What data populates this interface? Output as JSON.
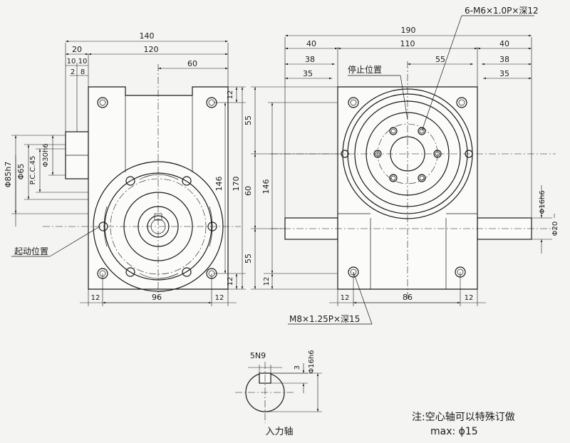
{
  "colors": {
    "line": "#1a1a1a",
    "paper": "#f4f4f2"
  },
  "left_view": {
    "dims": {
      "overall_width": "140",
      "shaft_flange": "20",
      "body_width": "120",
      "offset_a": "10",
      "offset_b": "10",
      "step_a": "2",
      "step_b": "8",
      "center_offset": "60",
      "height": "146",
      "overall_height": "170",
      "pad_top": "12",
      "pad_bottom": "12",
      "bottom_left": "12",
      "bottom_span": "96",
      "bottom_right": "12",
      "dia_85": "Φ85h7",
      "dia_65": "Φ65",
      "pcd": "P.C.C.45",
      "dia_30": "Φ30h6"
    },
    "label_start_position": "起动位置"
  },
  "right_view": {
    "dims": {
      "overall_width": "190",
      "left_40": "40",
      "center_110": "110",
      "right_40": "40",
      "left_38": "38",
      "right_38": "38",
      "left_35": "35",
      "right_35": "35",
      "offset_55": "55",
      "v_55_top": "55",
      "v_146": "146",
      "v_60": "60",
      "v_55_bottom": "55",
      "v_12": "12",
      "bottom_left": "12",
      "bottom_span": "86",
      "bottom_right": "12",
      "dia_16": "Φ16h6",
      "dia_20": "Φ20"
    },
    "label_stop_position": "停止位置",
    "callout_holes": "6-M6×1.0P×深12",
    "callout_bottom": "M8×1.25P×深15"
  },
  "shaft_section": {
    "key": "5N9",
    "depth": "3",
    "dia": "Φ16h6",
    "label": "入力轴"
  },
  "note": {
    "line1": "注:空心轴可以特殊订做",
    "line2": "max: ϕ15"
  }
}
